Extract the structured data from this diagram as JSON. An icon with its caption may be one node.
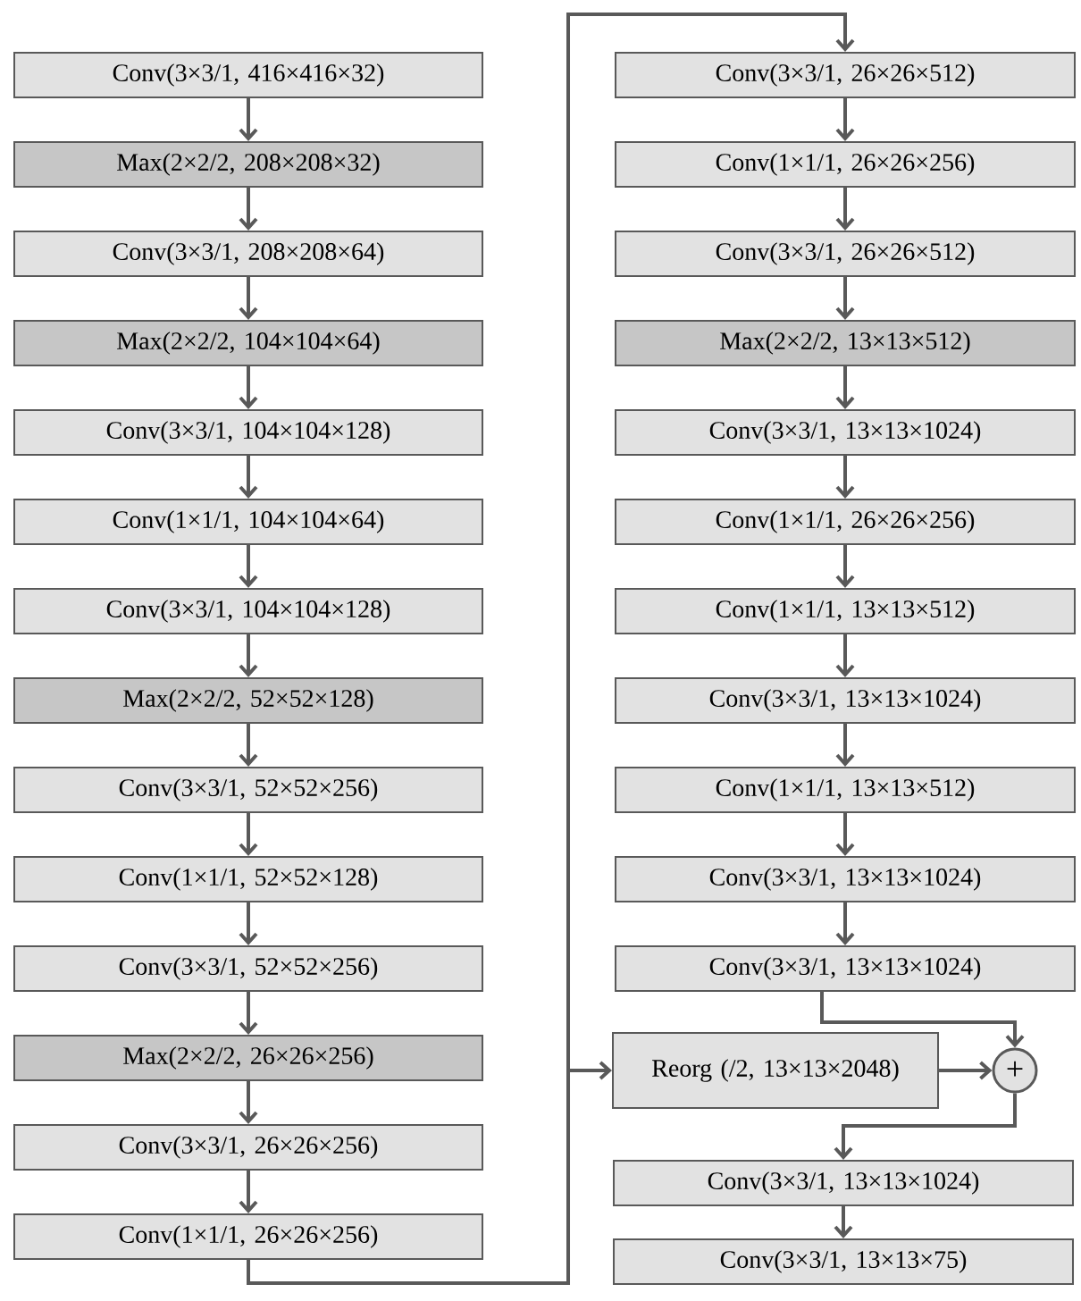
{
  "diagram": {
    "nodes": [
      {
        "text": [
          "Conv(3×3/1, 416×416×32)"
        ]
      },
      {
        "text": [
          "Max(2×2/2, 208×208×32)"
        ]
      },
      {
        "text": [
          "Conv(3×3/1, 208×208×64)"
        ]
      },
      {
        "text": [
          "Max(2×2/2, 104×104×64)"
        ]
      },
      {
        "text": [
          "Conv(3×3/1, 104×104×128)"
        ]
      },
      {
        "text": [
          "Conv(1×1/1, 104×104×64)"
        ]
      },
      {
        "text": [
          "Conv(3×3/1, 104×104×128)"
        ]
      },
      {
        "text": [
          "Max(2×2/2, 52×52×128)"
        ]
      },
      {
        "text": [
          "Conv(3×3/1, 52×52×256)"
        ]
      },
      {
        "text": [
          "Conv(1×1/1, 52×52×128)"
        ]
      },
      {
        "text": [
          "Conv(3×3/1, 52×52×256)"
        ]
      },
      {
        "text": [
          "Max(2×2/2, 26×26×256)"
        ]
      },
      {
        "text": [
          "Conv(3×3/1, 26×26×256)"
        ]
      },
      {
        "text": [
          "Conv(1×1/1, 26×26×256)"
        ]
      },
      {
        "text": [
          "Conv(3×3/1, 26×26×512)"
        ]
      },
      {
        "text": [
          "Conv(1×1/1, 26×26×256)"
        ]
      },
      {
        "text": [
          "Conv(3×3/1, 26×26×512)"
        ]
      },
      {
        "text": [
          "Max(2×2/2, 13×13×512)"
        ]
      },
      {
        "text": [
          "Conv(3×3/1, 13×13×1024)"
        ]
      },
      {
        "text": [
          "Conv(1×1/1, 26×26×256)"
        ]
      },
      {
        "text": [
          "Conv(1×1/1, 13×13×512)"
        ]
      },
      {
        "text": [
          "Conv(3×3/1, 13×13×1024)"
        ]
      },
      {
        "text": [
          "Conv(1×1/1, 13×13×512)"
        ]
      },
      {
        "text": [
          "Conv(3×3/1, 13×13×1024)"
        ]
      },
      {
        "text": [
          "Conv(3×3/1, 13×13×1024)"
        ]
      },
      {
        "text": [
          "Reorg (/2, 13×13×2048)"
        ]
      },
      {
        "text": [
          "+"
        ]
      },
      {
        "text": [
          "Conv(3×3/1, 13×13×1024)"
        ]
      },
      {
        "text": [
          "Conv(3×3/1, 13×13×75)"
        ]
      }
    ],
    "edges": [
      {
        "from": 0,
        "to": 1,
        "arrow": "to"
      },
      {
        "from": 1,
        "to": 2,
        "arrow": "to"
      },
      {
        "from": 2,
        "to": 3,
        "arrow": "to"
      },
      {
        "from": 3,
        "to": 4,
        "arrow": "to"
      },
      {
        "from": 4,
        "to": 5,
        "arrow": "to"
      },
      {
        "from": 5,
        "to": 6,
        "arrow": "to"
      },
      {
        "from": 6,
        "to": 7,
        "arrow": "to"
      },
      {
        "from": 7,
        "to": 8,
        "arrow": "to"
      },
      {
        "from": 8,
        "to": 9,
        "arrow": "to"
      },
      {
        "from": 9,
        "to": 10,
        "arrow": "to"
      },
      {
        "from": 10,
        "to": 11,
        "arrow": "to"
      },
      {
        "from": 11,
        "to": 12,
        "arrow": "to"
      },
      {
        "from": 12,
        "to": 13,
        "arrow": "to"
      },
      {
        "from": 13,
        "to": 14,
        "arrow": "to"
      },
      {
        "from": 13,
        "to": 25,
        "arrow": "to"
      },
      {
        "from": 14,
        "to": 15,
        "arrow": "to"
      },
      {
        "from": 15,
        "to": 16,
        "arrow": "to"
      },
      {
        "from": 16,
        "to": 17,
        "arrow": "to"
      },
      {
        "from": 17,
        "to": 18,
        "arrow": "to"
      },
      {
        "from": 18,
        "to": 19,
        "arrow": "to"
      },
      {
        "from": 19,
        "to": 20,
        "arrow": "to"
      },
      {
        "from": 20,
        "to": 21,
        "arrow": "to"
      },
      {
        "from": 21,
        "to": 22,
        "arrow": "to"
      },
      {
        "from": 22,
        "to": 23,
        "arrow": "to"
      },
      {
        "from": 23,
        "to": 24,
        "arrow": "to"
      },
      {
        "from": 24,
        "to": 26,
        "arrow": "to"
      },
      {
        "from": 25,
        "to": 26,
        "arrow": "to"
      },
      {
        "from": 26,
        "to": 27,
        "arrow": "to"
      },
      {
        "from": 27,
        "to": 28,
        "arrow": "to"
      }
    ]
  }
}
